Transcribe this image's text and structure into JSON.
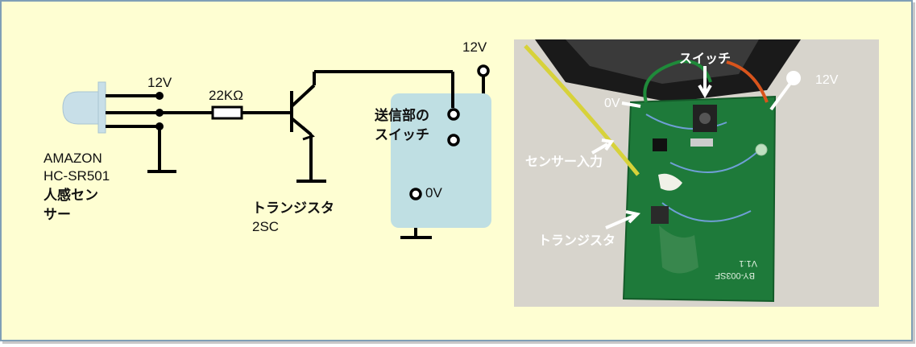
{
  "schematic": {
    "sensor_label_line1": "AMAZON",
    "sensor_label_line2": "HC-SR501",
    "sensor_label_line3": "人感セン",
    "sensor_label_line4": "サー",
    "sensor_vcc": "12V",
    "resistor": "22KΩ",
    "transistor_label": "トランジスタ",
    "transistor_part": "2SC",
    "supply": "12V",
    "switch_label_line1": "送信部の",
    "switch_label_line2": "スイッチ",
    "ground": "0V"
  },
  "photo": {
    "switch": "スイッチ",
    "v12": "12V",
    "v0": "0V",
    "sensor_input": "センサー入力",
    "transistor": "トランジスタ",
    "board_text1": "V1.1",
    "board_text2": "BY-003SF"
  },
  "colors": {
    "background": "#fefed2",
    "border": "#7f9fb6",
    "box_fill": "#bfdfe3",
    "pcb": "#1e7a3a",
    "photo_bg": "#d7d4cc"
  }
}
